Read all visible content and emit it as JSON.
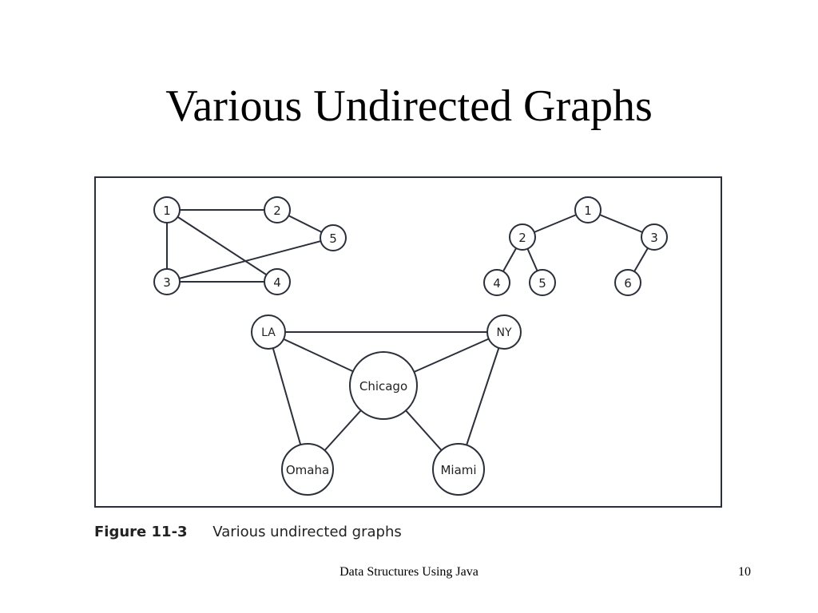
{
  "slide": {
    "title": "Various Undirected Graphs",
    "footer": "Data Structures Using Java",
    "page_number": "10"
  },
  "figure": {
    "caption_label": "Figure 11-3",
    "caption_text": "Various undirected graphs"
  },
  "graphs": [
    {
      "name": "graph-a",
      "nodes": [
        {
          "id": "a1",
          "label": "1"
        },
        {
          "id": "a2",
          "label": "2"
        },
        {
          "id": "a5",
          "label": "5"
        },
        {
          "id": "a3",
          "label": "3"
        },
        {
          "id": "a4",
          "label": "4"
        }
      ],
      "edges": [
        [
          "a1",
          "a2"
        ],
        [
          "a2",
          "a5"
        ],
        [
          "a1",
          "a3"
        ],
        [
          "a1",
          "a4"
        ],
        [
          "a3",
          "a4"
        ],
        [
          "a3",
          "a5"
        ]
      ]
    },
    {
      "name": "graph-b",
      "nodes": [
        {
          "id": "b1",
          "label": "1"
        },
        {
          "id": "b2",
          "label": "2"
        },
        {
          "id": "b3",
          "label": "3"
        },
        {
          "id": "b4",
          "label": "4"
        },
        {
          "id": "b5",
          "label": "5"
        },
        {
          "id": "b6",
          "label": "6"
        }
      ],
      "edges": [
        [
          "b1",
          "b2"
        ],
        [
          "b1",
          "b3"
        ],
        [
          "b2",
          "b4"
        ],
        [
          "b2",
          "b5"
        ],
        [
          "b3",
          "b6"
        ]
      ]
    },
    {
      "name": "graph-c",
      "nodes": [
        {
          "id": "la",
          "label": "LA"
        },
        {
          "id": "ny",
          "label": "NY"
        },
        {
          "id": "chicago",
          "label": "Chicago"
        },
        {
          "id": "omaha",
          "label": "Omaha"
        },
        {
          "id": "miami",
          "label": "Miami"
        }
      ],
      "edges": [
        [
          "la",
          "ny"
        ],
        [
          "la",
          "chicago"
        ],
        [
          "ny",
          "chicago"
        ],
        [
          "la",
          "omaha"
        ],
        [
          "ny",
          "miami"
        ],
        [
          "chicago",
          "omaha"
        ],
        [
          "chicago",
          "miami"
        ]
      ]
    }
  ]
}
